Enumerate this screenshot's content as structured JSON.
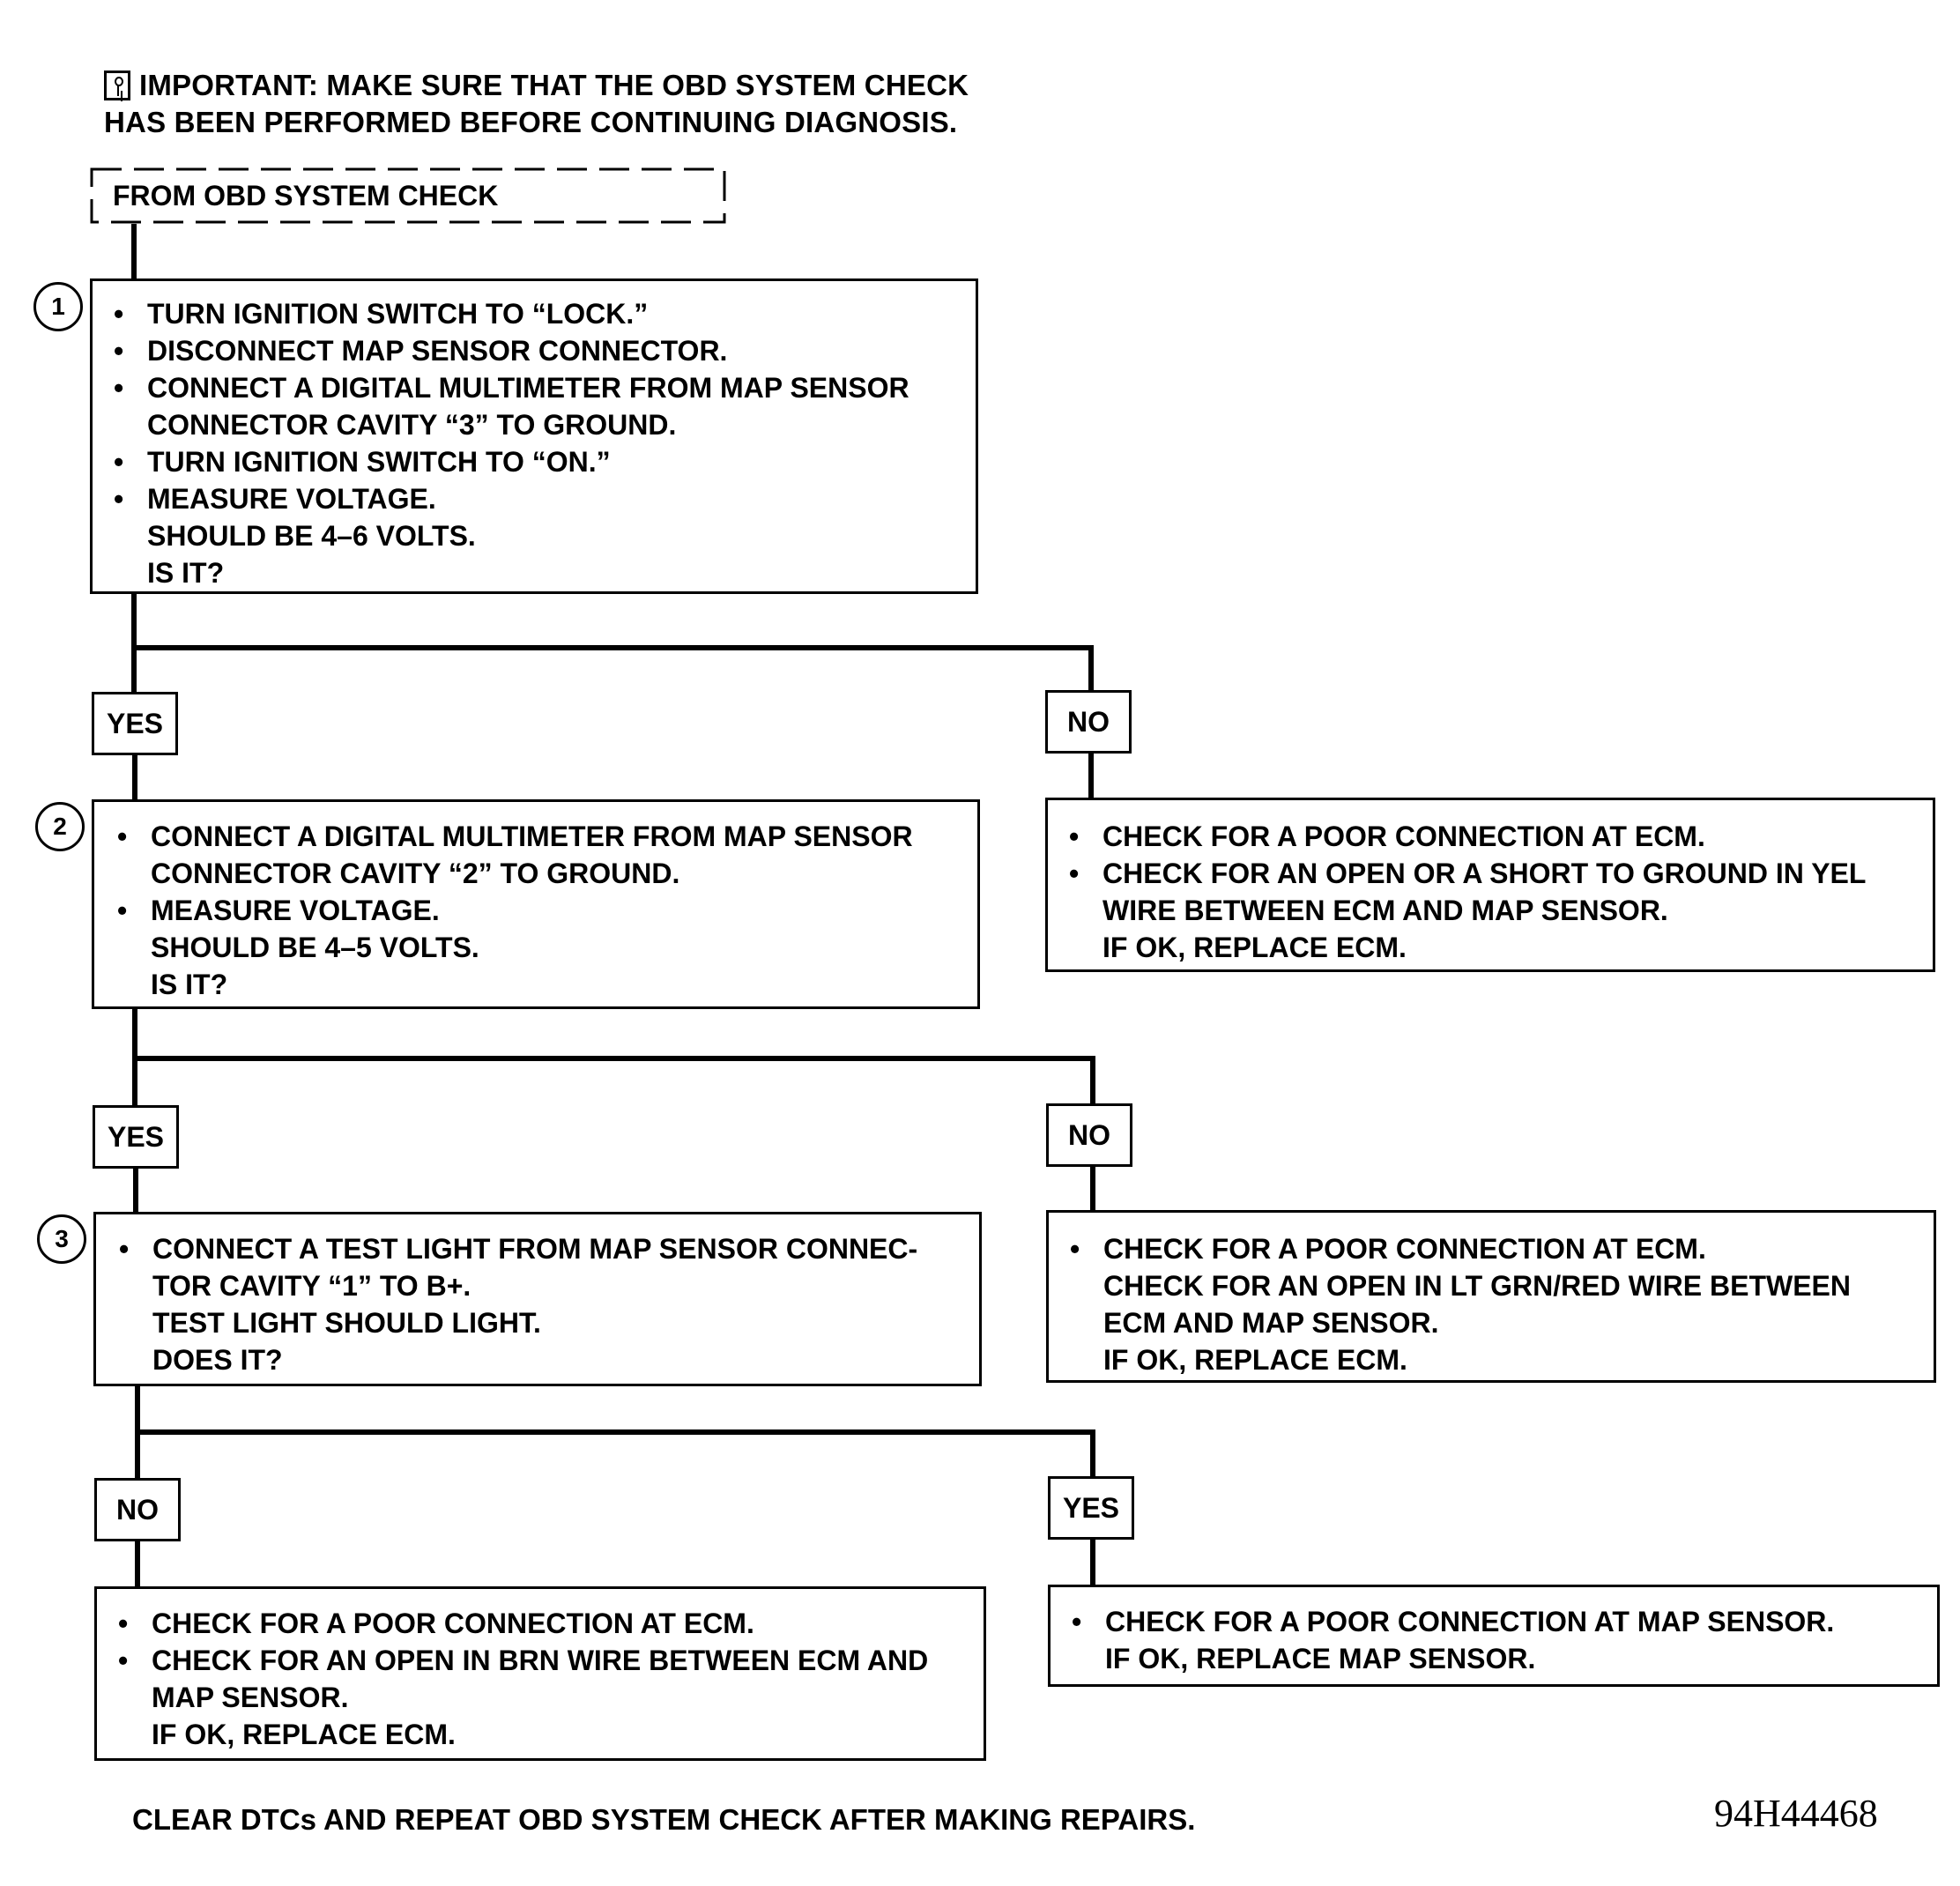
{
  "important": {
    "line1": "IMPORTANT:  MAKE SURE THAT THE OBD SYSTEM CHECK",
    "line2": "HAS BEEN PERFORMED BEFORE CONTINUING DIAGNOSIS.",
    "icon": "important-notice-icon"
  },
  "start": {
    "label": "FROM OBD SYSTEM CHECK"
  },
  "step1": {
    "number": "1",
    "items": [
      "TURN IGNITION SWITCH TO “LOCK.”",
      "DISCONNECT MAP SENSOR CONNECTOR.",
      "CONNECT A DIGITAL MULTIMETER FROM MAP SENSOR",
      "CONNECTOR CAVITY “3” TO GROUND.",
      "TURN IGNITION SWITCH TO “ON.”",
      "MEASURE VOLTAGE.",
      "SHOULD BE 4–6 VOLTS.",
      "IS IT?"
    ]
  },
  "branch1": {
    "yes": "YES",
    "no": "NO"
  },
  "step1_no": {
    "items": [
      "CHECK FOR A POOR CONNECTION AT ECM.",
      "CHECK FOR AN OPEN OR A SHORT TO GROUND IN YEL",
      "WIRE BETWEEN ECM AND MAP SENSOR.",
      "IF OK, REPLACE ECM."
    ]
  },
  "step2": {
    "number": "2",
    "items": [
      "CONNECT A DIGITAL MULTIMETER FROM MAP SENSOR",
      "CONNECTOR CAVITY “2” TO GROUND.",
      "MEASURE VOLTAGE.",
      "SHOULD BE 4–5 VOLTS.",
      "IS IT?"
    ]
  },
  "branch2": {
    "yes": "YES",
    "no": "NO"
  },
  "step2_no": {
    "items": [
      "CHECK FOR A POOR CONNECTION AT ECM.",
      "CHECK FOR AN OPEN IN LT GRN/RED WIRE BETWEEN",
      "ECM AND MAP SENSOR.",
      "IF OK, REPLACE ECM."
    ]
  },
  "step3": {
    "number": "3",
    "items": [
      "CONNECT A TEST LIGHT FROM MAP SENSOR CONNEC-",
      "TOR CAVITY “1” TO B+.",
      "TEST LIGHT SHOULD LIGHT.",
      "DOES IT?"
    ]
  },
  "branch3": {
    "no": "NO",
    "yes": "YES"
  },
  "step3_no": {
    "items": [
      "CHECK FOR A POOR CONNECTION AT ECM.",
      "CHECK FOR AN OPEN IN BRN WIRE BETWEEN ECM AND",
      "MAP SENSOR.",
      "IF OK, REPLACE ECM."
    ]
  },
  "step3_yes": {
    "items": [
      "CHECK FOR A POOR CONNECTION AT MAP SENSOR.",
      "IF OK, REPLACE MAP SENSOR."
    ]
  },
  "footer": "CLEAR DTCs AND REPEAT OBD SYSTEM CHECK AFTER MAKING REPAIRS.",
  "figure_code": "94H44468"
}
